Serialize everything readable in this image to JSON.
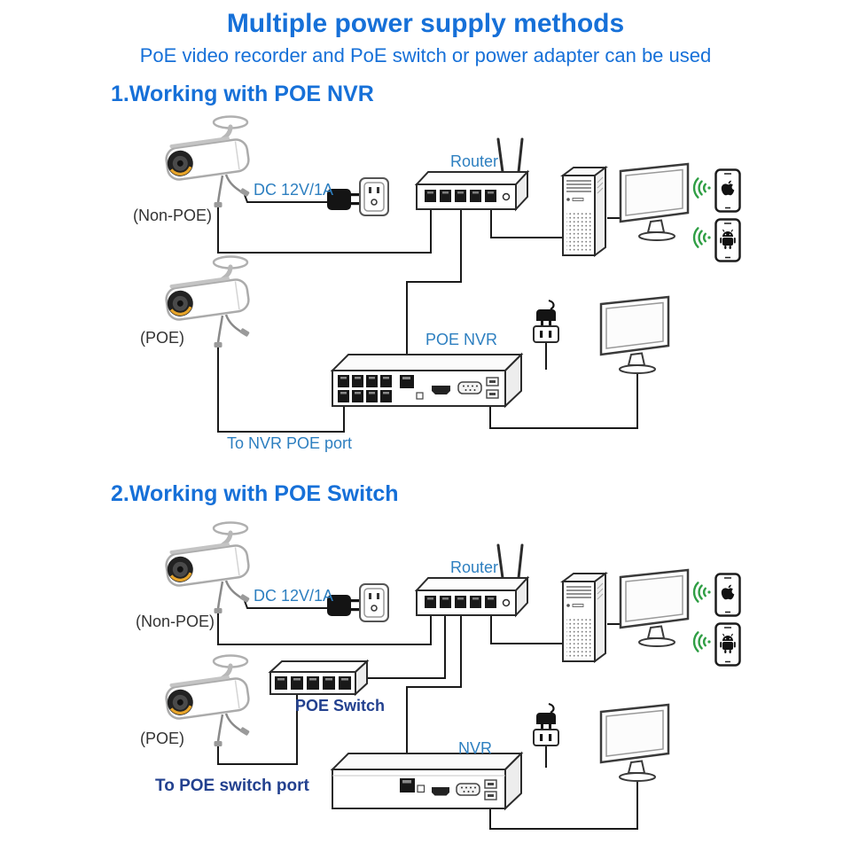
{
  "header": {
    "title": "Multiple power supply methods",
    "subtitle": "PoE video recorder and PoE switch or power adapter can be used"
  },
  "section1": {
    "heading": "1.Working with POE NVR",
    "labels": {
      "non_poe": "(Non-POE)",
      "dc": "DC 12V/1A",
      "router": "Router",
      "poe": "(POE)",
      "nvr": "POE NVR",
      "to_port": "To NVR POE port"
    }
  },
  "section2": {
    "heading": "2.Working with POE Switch",
    "labels": {
      "non_poe": "(Non-POE)",
      "dc": "DC 12V/1A",
      "router": "Router",
      "poe": "(POE)",
      "switch": "POE Switch",
      "nvr": "NVR",
      "to_port": "To POE switch port"
    }
  },
  "colors": {
    "heading_blue": "#1670d8",
    "label_blue": "#2d7fc0",
    "navy": "#23418f",
    "dark_text": "#333333",
    "wifi_green": "#2f9e44",
    "line": "#1a1a1a",
    "camera_led": "#e6a42b"
  },
  "icons": {
    "camera": "bullet-security-camera",
    "router": "wifi-router",
    "poe_switch": "5-port-poe-switch",
    "poe_nvr": "8-port-poe-nvr",
    "nvr": "nvr-recorder",
    "monitor": "computer-monitor",
    "tower": "desktop-pc-tower",
    "phone_ios": "apple-phone",
    "phone_android": "android-phone",
    "wifi": "wifi-signal",
    "outlet": "power-outlet",
    "adapter": "power-adapter",
    "plug": "power-plug"
  }
}
